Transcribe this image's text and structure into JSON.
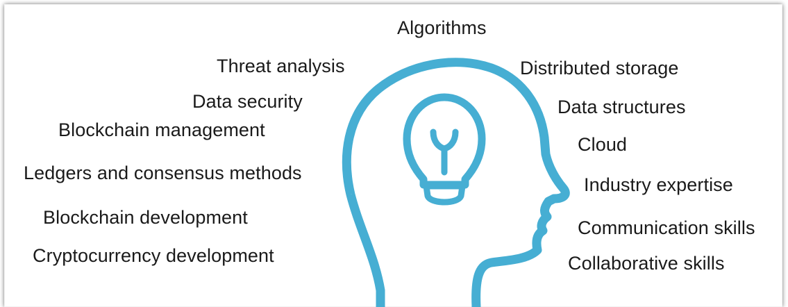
{
  "accent_color": "#46aed3",
  "text_color": "#1a1a1a",
  "center_icon": "head-with-lightbulb-icon",
  "labels": {
    "algorithms": "Algorithms",
    "threat_analysis": "Threat analysis",
    "distributed_storage": "Distributed storage",
    "data_security": "Data security",
    "data_structures": "Data structures",
    "blockchain_management": "Blockchain management",
    "cloud": "Cloud",
    "ledgers_consensus": "Ledgers and consensus methods",
    "industry_expertise": "Industry expertise",
    "blockchain_development": "Blockchain development",
    "communication_skills": "Communication skills",
    "cryptocurrency_development": "Cryptocurrency development",
    "collaborative_skills": "Collaborative skills"
  }
}
